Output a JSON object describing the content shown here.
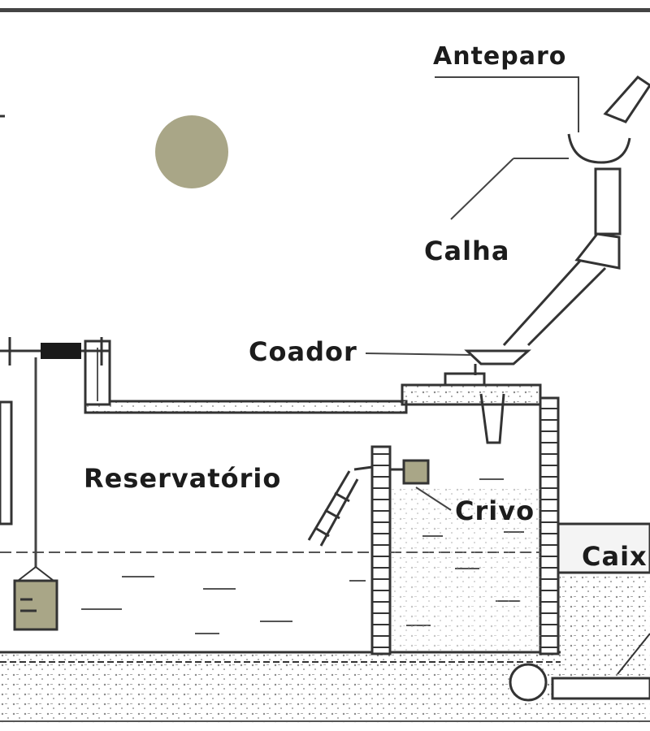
{
  "labels": {
    "anteparo": "Anteparo",
    "calha": "Calha",
    "coador": "Coador",
    "reservatorio": "Reservatório",
    "crivo": "Crivo",
    "caixa": "Caix"
  },
  "colors": {
    "line": "#333333",
    "sun": "#a9a687",
    "ground": "#f1f1f1",
    "dots": "#8a8a8a",
    "water_dash": "#555555"
  }
}
